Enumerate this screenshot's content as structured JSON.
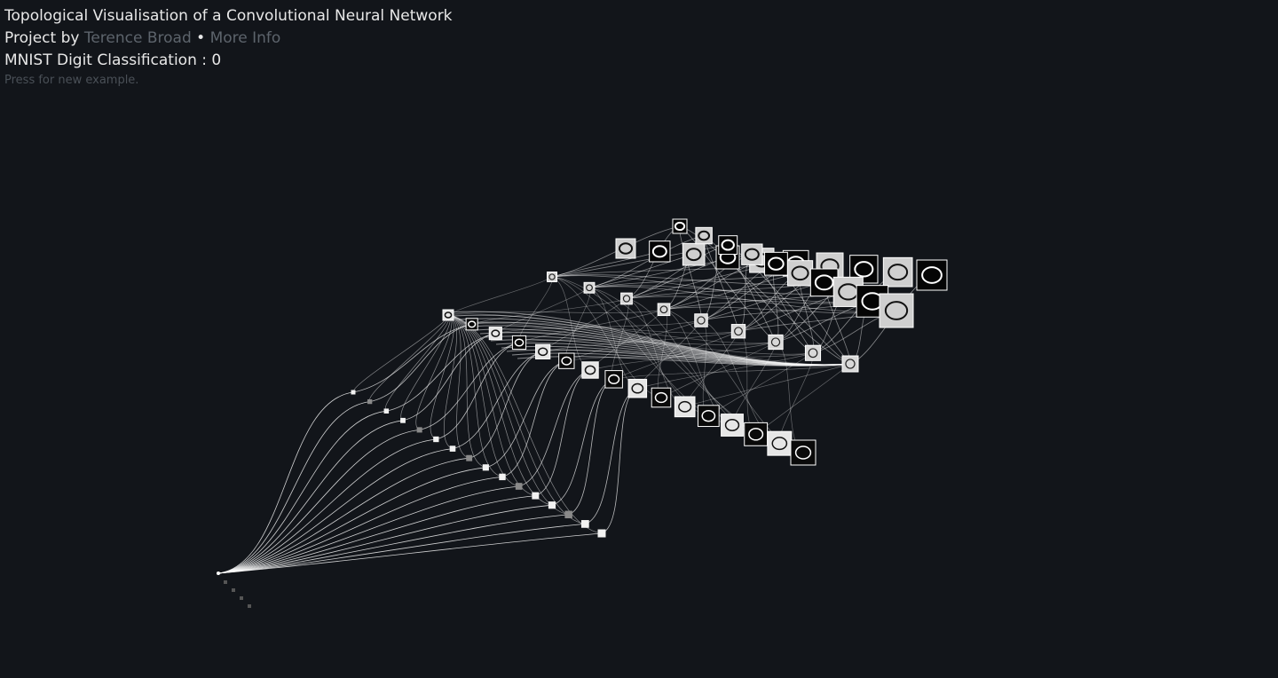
{
  "header": {
    "title": "Topological Visualisation of a Convolutional Neural Network",
    "project_prefix": "Project by",
    "author_link": "Terence Broad",
    "separator": "•",
    "more_info_link": "More Info",
    "classification_label": "MNIST Digit Classification :",
    "classification_value": "0",
    "hint": "Press for new example."
  },
  "colors": {
    "background": "#12151a",
    "text": "#e8e8e8",
    "link": "#5d646c",
    "hint": "#4a5057",
    "connection": "#ffffff"
  }
}
